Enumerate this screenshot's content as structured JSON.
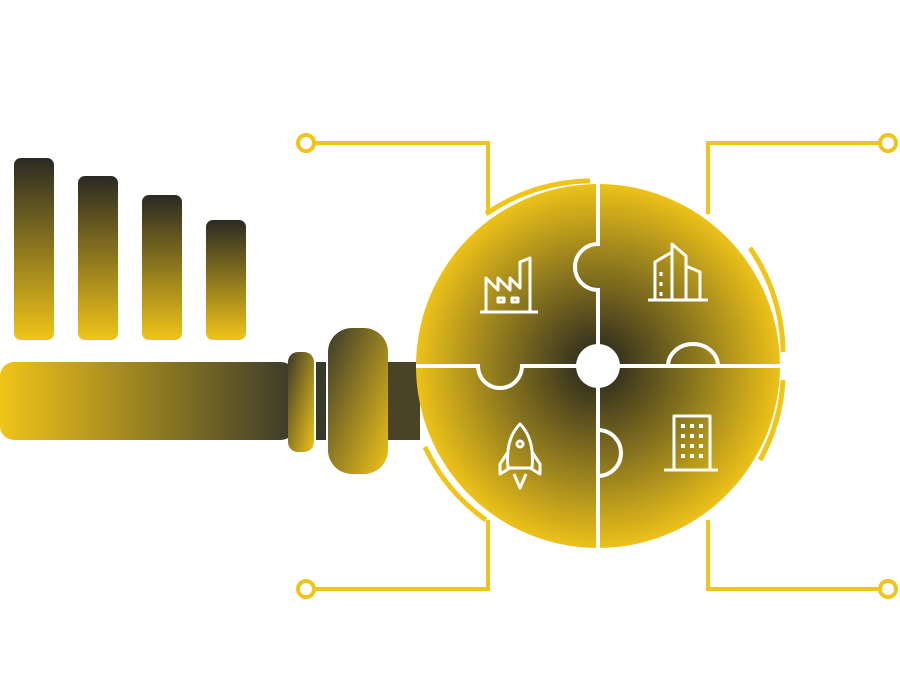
{
  "palette": {
    "gold": "#F0C419",
    "gold_bright": "#F5C518",
    "dark": "#2A2A22",
    "line_white": "#FFFFFF"
  },
  "bars": {
    "count": 4,
    "relative_heights": [
      1.0,
      0.9,
      0.8,
      0.65
    ]
  },
  "puzzle": {
    "pieces": [
      {
        "position": "top-left",
        "icon": "factory-icon"
      },
      {
        "position": "top-right",
        "icon": "skyscraper-icon"
      },
      {
        "position": "bottom-left",
        "icon": "rocket-icon"
      },
      {
        "position": "bottom-right",
        "icon": "office-building-icon"
      }
    ]
  },
  "connectors": [
    "top-left",
    "top-right",
    "bottom-left",
    "bottom-right"
  ]
}
